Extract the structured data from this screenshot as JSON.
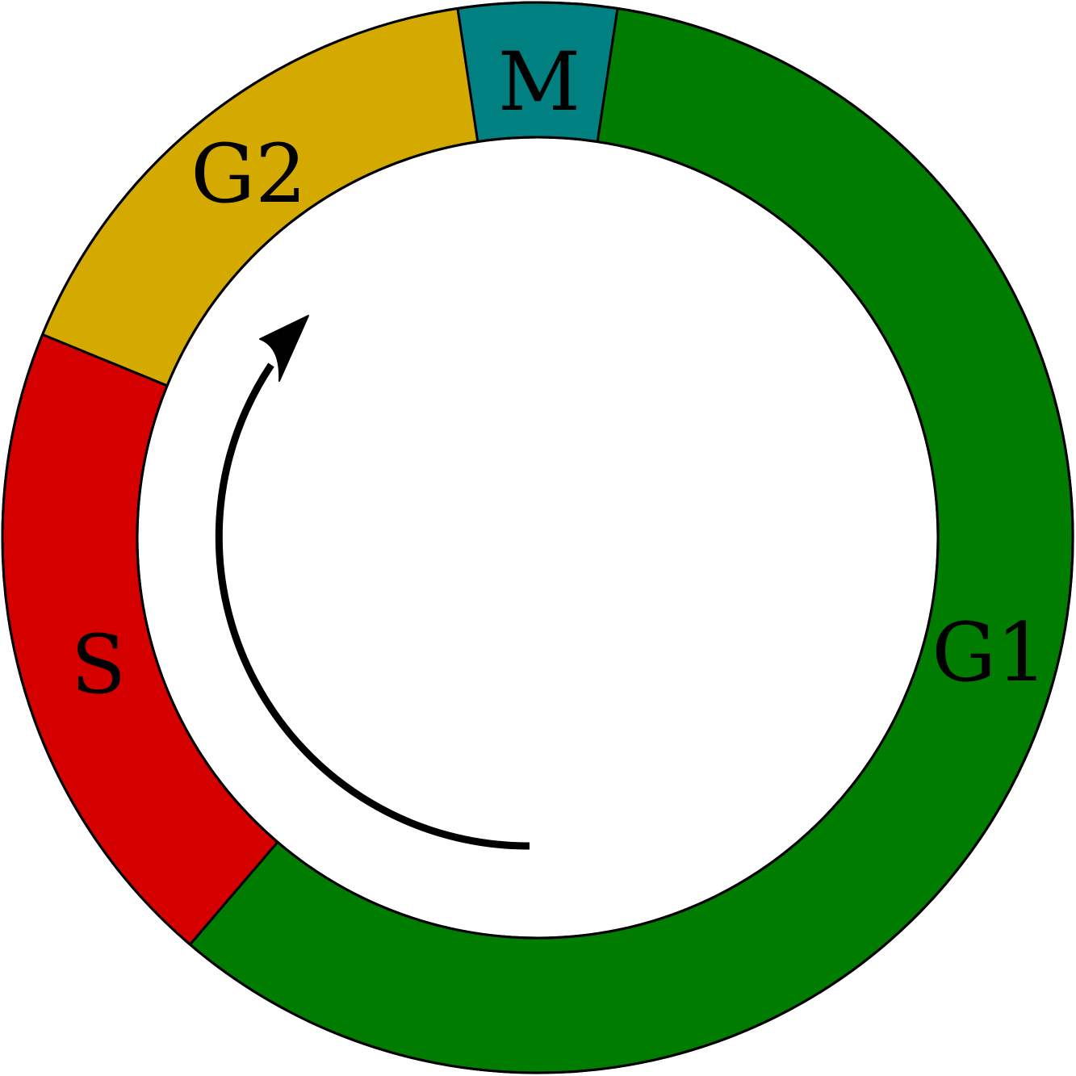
{
  "diagram": {
    "phases": [
      {
        "id": "M",
        "label": "M",
        "color": "#008080"
      },
      {
        "id": "G1",
        "label": "G1",
        "color": "#007D00"
      },
      {
        "id": "S",
        "label": "S",
        "color": "#D40000"
      },
      {
        "id": "G2",
        "label": "G2",
        "color": "#D4AA00"
      }
    ],
    "arrow": {
      "direction": "clockwise"
    }
  }
}
